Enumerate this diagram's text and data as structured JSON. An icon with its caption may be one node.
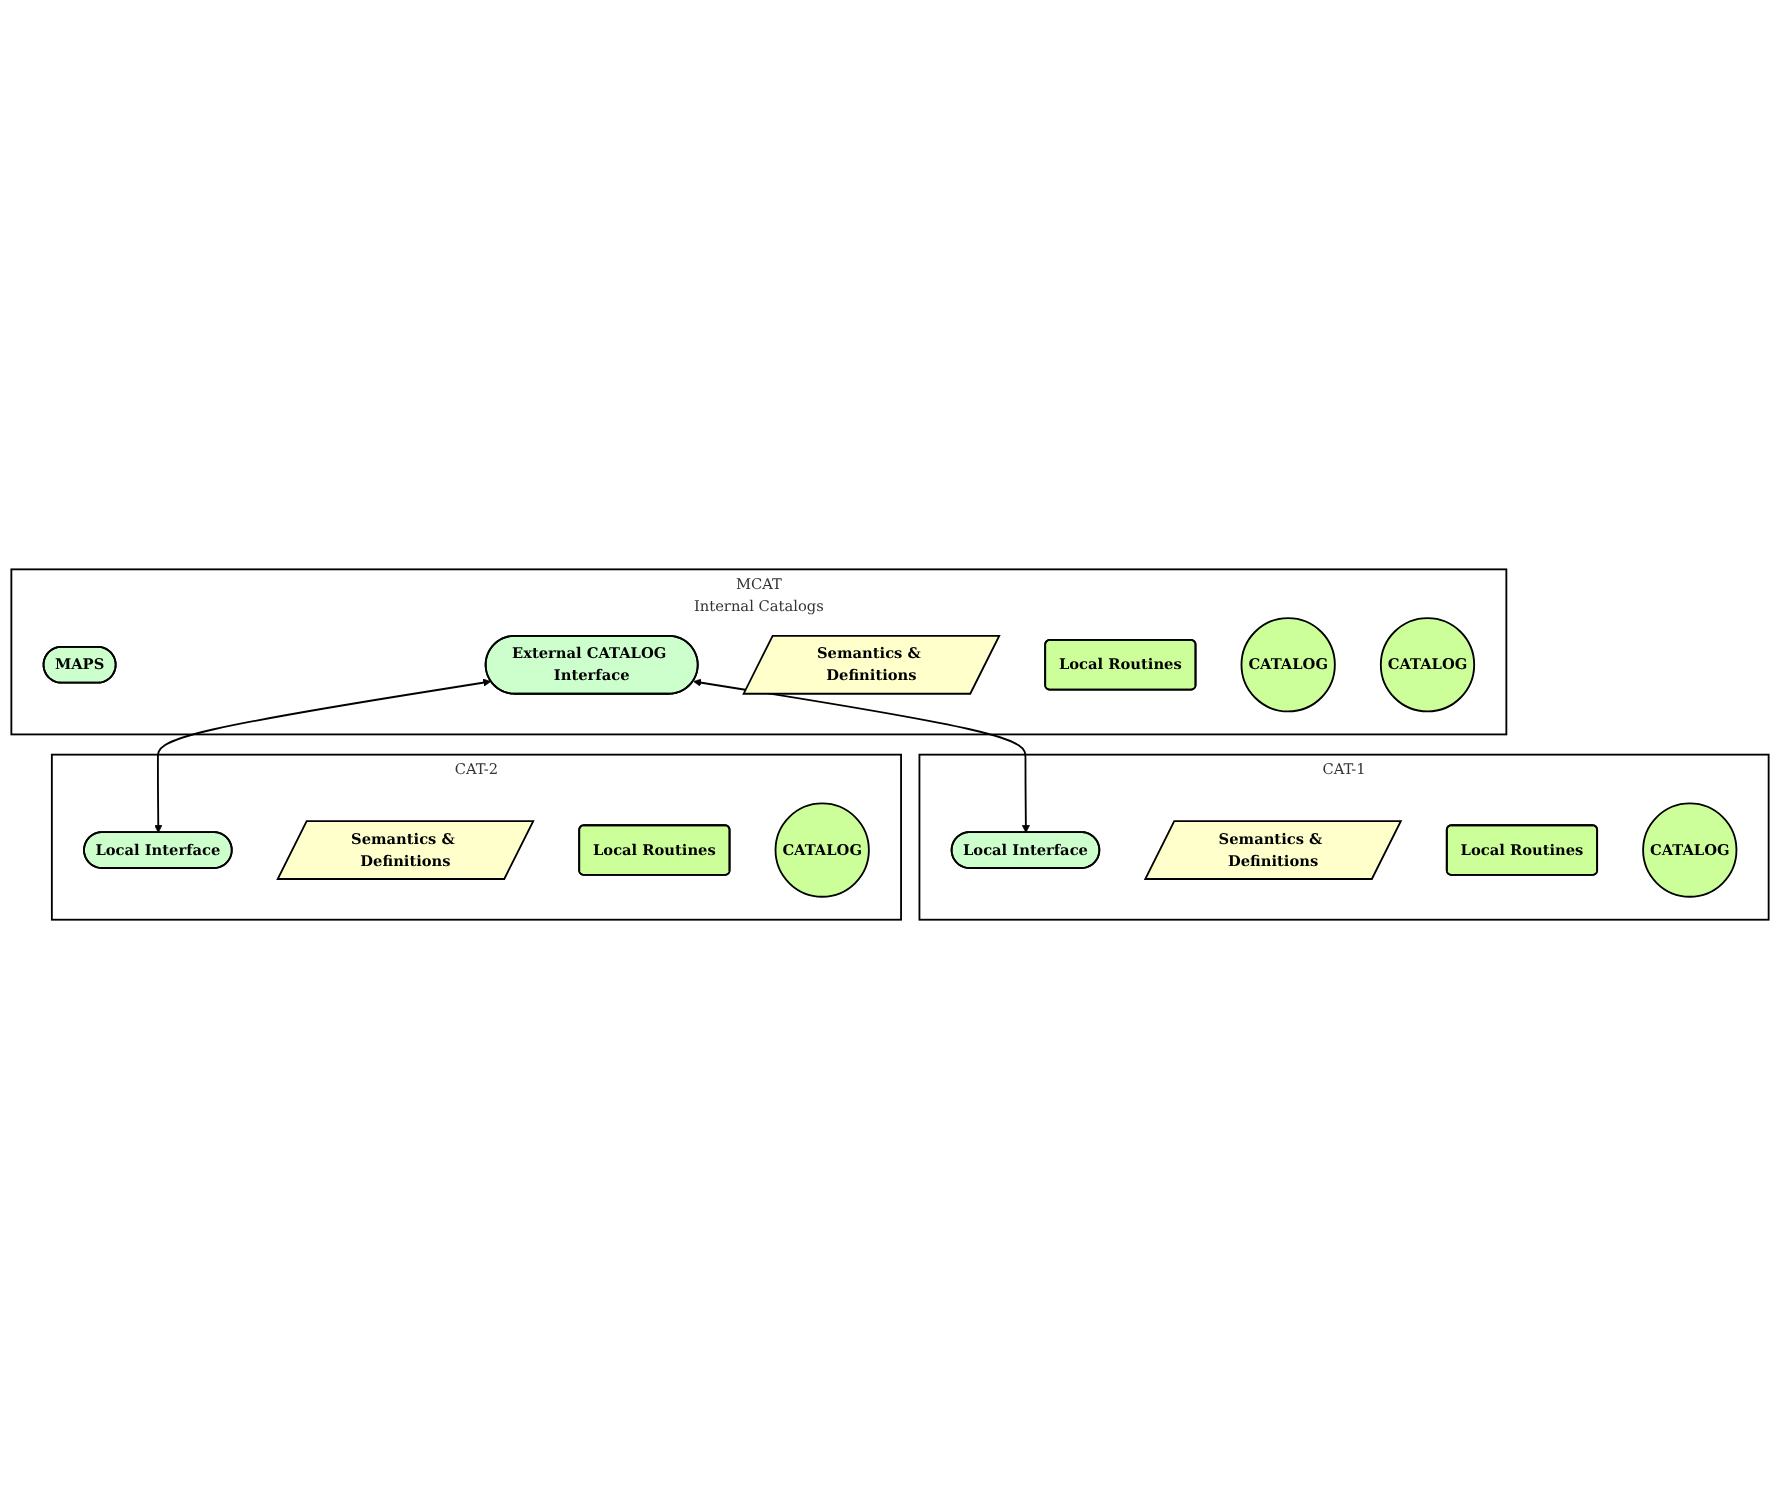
{
  "diagram": {
    "nodes": [
      {
        "text": [
          "MCAT",
          "Internal Catalogs"
        ]
      },
      {
        "text": [
          "MAPS"
        ],
        "in": 0
      },
      {
        "text": [
          "Semantics & Definitions"
        ],
        "in": 0
      },
      {
        "text": [
          "Local Routines"
        ],
        "in": 0
      },
      {
        "text": [
          "CATALOG"
        ],
        "in": 0
      },
      {
        "text": [
          "CATALOG"
        ],
        "in": 0
      },
      {
        "text": [
          "External CATALOG Interface"
        ],
        "in": 0
      },
      {
        "text": [
          "CAT-1"
        ]
      },
      {
        "text": [
          "Local Interface"
        ],
        "in": 7
      },
      {
        "text": [
          "Semantics & Definitions"
        ],
        "in": 7
      },
      {
        "text": [
          "Local Routines"
        ],
        "in": 7
      },
      {
        "text": [
          "CATALOG"
        ],
        "in": 7
      },
      {
        "text": [
          "CAT-2"
        ]
      },
      {
        "text": [
          "Local Interface"
        ],
        "in": 12
      },
      {
        "text": [
          "Semantics & Definitions"
        ],
        "in": 12
      },
      {
        "text": [
          "Local Routines"
        ],
        "in": 12
      },
      {
        "text": [
          "CATALOG"
        ],
        "in": 12
      }
    ],
    "edges": [
      {
        "from": 6,
        "to": 8,
        "arrow": "both"
      },
      {
        "from": 6,
        "to": 13,
        "arrow": "both"
      }
    ]
  }
}
